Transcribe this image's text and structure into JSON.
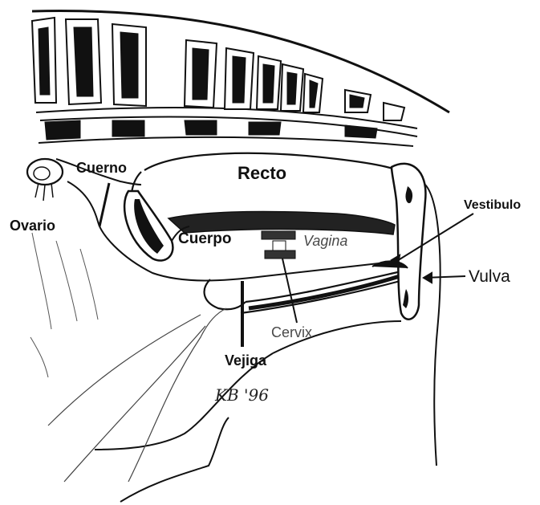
{
  "labels": {
    "recto": "Recto",
    "cuerno": "Cuerno",
    "ovario": "Ovario",
    "cuerpo": "Cuerpo",
    "vagina": "Vagina",
    "vestibulo": "Vestibulo",
    "vulva": "Vulva",
    "cervix": "Cervix",
    "vejiga": "Vejiga"
  },
  "signature": "KB '96",
  "colors": {
    "ink": "#111111",
    "label_gray": "#4a4a4a",
    "background": "#ffffff"
  }
}
